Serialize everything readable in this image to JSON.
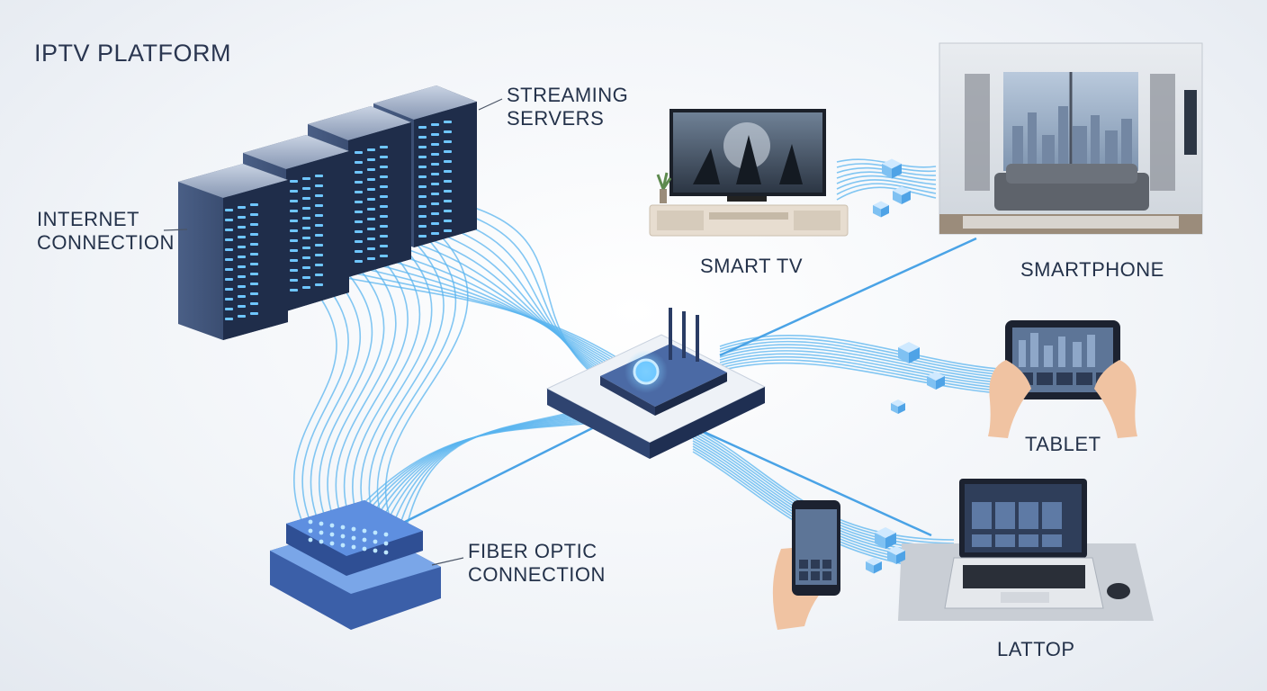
{
  "title": "IPTV PLATFORM",
  "labels": {
    "streaming_servers": [
      "STREAMING",
      "SERVERS"
    ],
    "internet_connection": [
      "INTERNET",
      "CONNECTION"
    ],
    "fiber_optic_connection": [
      "FIBER OPTIC",
      "CONNECTION"
    ],
    "smart_tv": "SMART TV",
    "smartphone": "SMARTPHONE",
    "tablet": "TABLET",
    "laptop": "LATTOP"
  },
  "colors": {
    "accent": "#2f8fe0",
    "stream_line": "#5ab4ef",
    "device_dark": "#2b3c5e",
    "label_text": "#24324a"
  }
}
